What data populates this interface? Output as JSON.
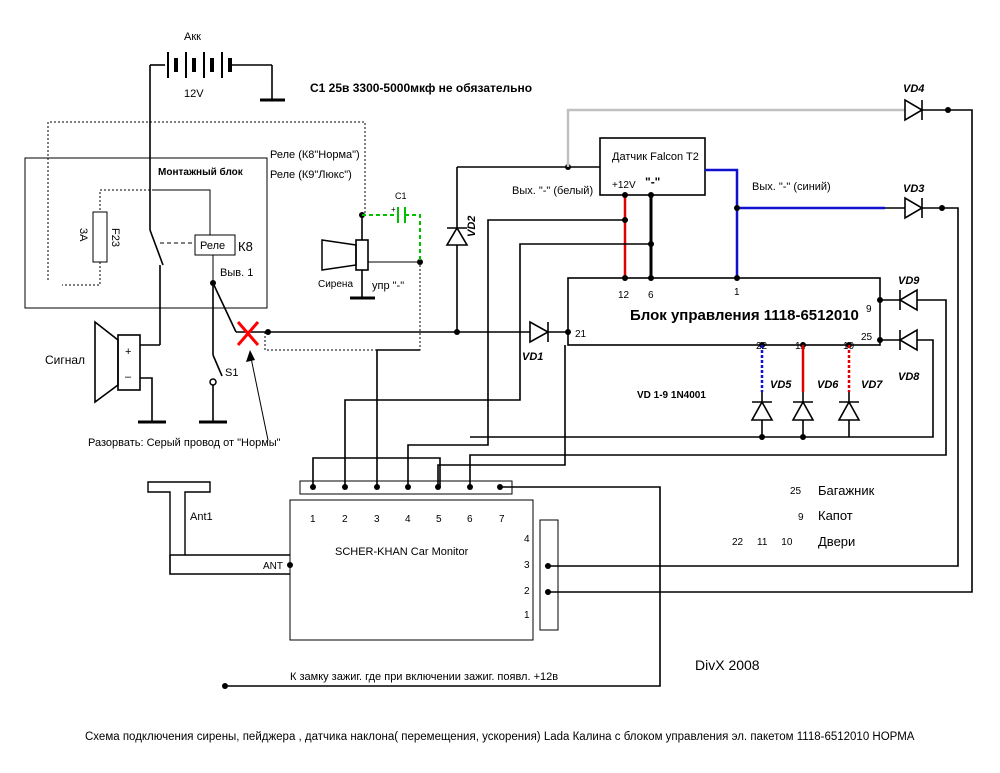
{
  "title_note": "С1 25в  3300-5000мкф не обязательно",
  "battery": {
    "name": "Акк",
    "voltage": "12V"
  },
  "mounting_block": {
    "title": "Монтажный блок",
    "fuse": "F23",
    "fuse_rating": "3A",
    "relay": "Реле",
    "relay_code": "К8",
    "output": "Выв. 1"
  },
  "relay_notes": [
    "Реле (К8\"Норма\")",
    "Реле (К9\"Люкс\")"
  ],
  "capacitor": "C1",
  "siren": {
    "label": "Сирена",
    "ctrl": "упр \"-\""
  },
  "horn": {
    "label": "Сигнал",
    "plus": "+",
    "minus": "–"
  },
  "switch": "S1",
  "cut_note": "Разорвать: Серый  провод от \"Нормы\"",
  "sensor": {
    "title": "Датчик Falcon T2",
    "plus": "+12V",
    "minus": "\"-\"",
    "out_white": "Вых. \"-\" (белый)",
    "out_blue": "Вых. \"-\" (синий)"
  },
  "control_unit": {
    "title": "Блок управления 1118-6512010",
    "pins": {
      "p12": "12",
      "p6": "6",
      "p1": "1",
      "p21": "21",
      "p9": "9",
      "p25": "25",
      "p22": "22",
      "p11": "11",
      "p10": "10"
    }
  },
  "diodes": {
    "vd1": "VD1",
    "vd2": "VD2",
    "vd3": "VD3",
    "vd4": "VD4",
    "vd5": "VD5",
    "vd6": "VD6",
    "vd7": "VD7",
    "vd8": "VD8",
    "vd9": "VD9",
    "note": "VD 1-9 1N4001"
  },
  "monitor": {
    "title": "SCHER-KHAN Car Monitor",
    "top_pins": [
      "1",
      "2",
      "3",
      "4",
      "5",
      "6",
      "7"
    ],
    "side_pins": [
      "4",
      "3",
      "2",
      "1"
    ],
    "ant": "ANT",
    "ant1": "Ant1"
  },
  "legend": [
    {
      "pins": "25",
      "name": "Багажник"
    },
    {
      "pins": "9",
      "name": "Капот"
    },
    {
      "pins": "22     11     10",
      "name": "Двери"
    }
  ],
  "ignition_note": "К замку зажиг. где при включении зажиг.  появл. +12в",
  "author": "DivX 2008",
  "caption": "Схема подключения сирены, пейджера , датчика  наклона( перемещения, ускорения) Lada Калина с блоком управления эл. пакетом 1118-6512010 НОРМА",
  "colors": {
    "red": "#e00000",
    "blue": "#1010d0",
    "green": "#00c000",
    "gray": "#c0c0c0",
    "cross": "#ff0000"
  }
}
